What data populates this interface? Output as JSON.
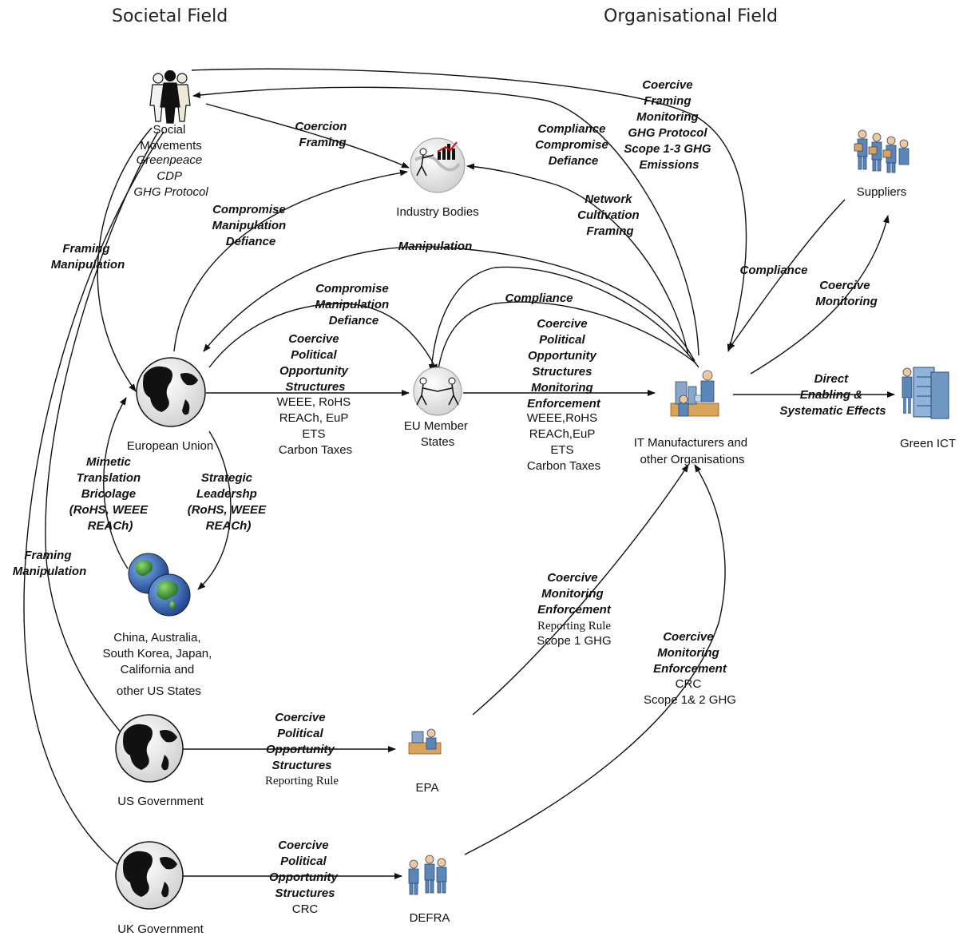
{
  "fields": {
    "societal": "Societal Field",
    "organisational": "Organisational  Field"
  },
  "nodes": {
    "social_movements": [
      "Social",
      "Movements"
    ],
    "social_movements_examples": [
      "Greenpeace",
      "CDP",
      "GHG Protocol"
    ],
    "industry_bodies": "Industry Bodies",
    "suppliers": "Suppliers",
    "european_union": "European Union",
    "eu_member_states": [
      "EU Member",
      "States"
    ],
    "it_manufacturers": [
      "IT Manufacturers and",
      "other Organisations"
    ],
    "green_ict": "Green ICT",
    "other_states": [
      "China, Australia,",
      "South Korea, Japan,",
      "California and",
      "other US States"
    ],
    "us_government": "US Government",
    "epa": "EPA",
    "uk_government": "UK Government",
    "defra": "DEFRA"
  },
  "edge_labels": {
    "coercion_framing": [
      "Coercion",
      "Framing"
    ],
    "compliance_compromise_defiance": [
      "Compliance",
      "Compromise",
      "Defiance"
    ],
    "coercive_ghg": [
      "Coercive",
      "Framing",
      "Monitoring",
      "GHG Protocol",
      "Scope 1-3 GHG",
      "Emissions"
    ],
    "eu_to_industry": [
      "Compromise",
      "Manipulation",
      "Defiance"
    ],
    "network_cultivation": [
      "Network",
      "Cultivation",
      "Framing"
    ],
    "framing_manipulation_1": [
      "Framing",
      "Manipulation"
    ],
    "manipulation": "Manipulation",
    "compliance_suppliers": "Compliance",
    "coercive_monitoring_suppliers": [
      "Coercive",
      "Monitoring"
    ],
    "eu_member_compromise": [
      "Compromise",
      "Manipulation",
      "Defiance"
    ],
    "compliance_member": "Compliance",
    "eu_to_members_bold": [
      "Coercive",
      "Political",
      "Opportunity",
      "Structures"
    ],
    "eu_to_members_plain": [
      "WEEE, RoHS",
      "REACh, EuP",
      "ETS",
      "Carbon Taxes"
    ],
    "members_to_it_bold": [
      "Coercive",
      "Political",
      "Opportunity",
      "Structures",
      "Monitoring",
      "Enforcement"
    ],
    "members_to_it_plain": [
      "WEEE,RoHS",
      "REACh,EuP",
      "ETS",
      "Carbon Taxes"
    ],
    "direct_effects": [
      "Direct",
      "Enabling &",
      "Systematic Effects"
    ],
    "mimetic": [
      "Mimetic",
      "Translation",
      "Bricolage",
      "(RoHS, WEEE",
      "REACh)"
    ],
    "strategic": [
      "Strategic",
      "Leadershp",
      "(RoHS, WEEE",
      "REACh)"
    ],
    "framing_manipulation_2": [
      "Framing",
      "Manipulation"
    ],
    "epa_to_it_bold": [
      "Coercive",
      "Monitoring",
      "Enforcement"
    ],
    "epa_to_it_plain": [
      "Reporting Rule",
      "Scope 1 GHG"
    ],
    "defra_to_it_bold": [
      "Coercive",
      "Monitoring",
      "Enforcement"
    ],
    "defra_to_it_plain": [
      "CRC",
      "Scope 1& 2 GHG"
    ],
    "us_to_epa_bold": [
      "Coercive",
      "Political",
      "Opportunity",
      "Structures"
    ],
    "us_to_epa_plain": "Reporting Rule",
    "uk_to_defra_bold": [
      "Coercive",
      "Political",
      "Opportunity",
      "Structures"
    ],
    "uk_to_defra_plain": "CRC"
  },
  "icons": [
    "people-group-icon",
    "industry-chart-icon",
    "supplier-workers-icon",
    "globe-icon",
    "twin-globes-icon",
    "handshake-icon",
    "factory-workers-icon",
    "server-rack-icon",
    "desk-worker-icon",
    "officials-group-icon"
  ],
  "colors": {
    "ink": "#111111",
    "globe_ocean": "#f4f4f4",
    "green_globe": "#3a9a2a",
    "blue_globe": "#2a5fb0",
    "figure_blue": "#5b86b8",
    "figure_tan": "#d9a35a"
  }
}
